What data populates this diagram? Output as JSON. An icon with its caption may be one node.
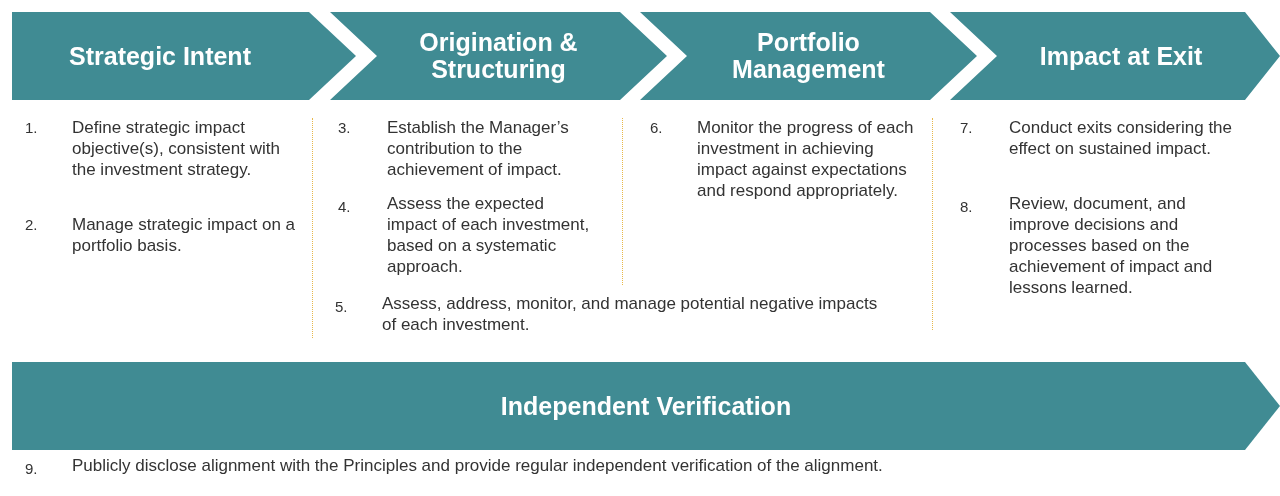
{
  "diagram": {
    "nodes": [
      {
        "text": [
          "Strategic Intent"
        ]
      },
      {
        "text": [
          "Origination & Structuring"
        ]
      },
      {
        "text": [
          "Portfolio Management"
        ]
      },
      {
        "text": [
          "Impact at Exit"
        ]
      },
      {
        "text": [
          "Independent Verification"
        ]
      }
    ],
    "labels": [
      "1.",
      "Define strategic impact objective(s), consistent with the investment strategy.",
      "2.",
      "Manage strategic impact on a portfolio basis.",
      "3.",
      "Establish the Manager’s contribution to the achievement of impact.",
      "6.",
      "Monitor the progress of each investment in achieving impact against expectations and respond appropriately.",
      "7.",
      "Conduct exits considering the effect on sustained impact.",
      "4.",
      "Assess the expected impact of each investment, based on a systematic approach.",
      "8.",
      "Review, document, and improve decisions and processes based on the achievement of impact and lessons learned.",
      "5.",
      "Assess, address, monitor, and manage potential negative impacts of each investment.",
      "9.",
      "Publicly disclose alignment with the Principles and provide regular independent verification of the alignment."
    ]
  }
}
